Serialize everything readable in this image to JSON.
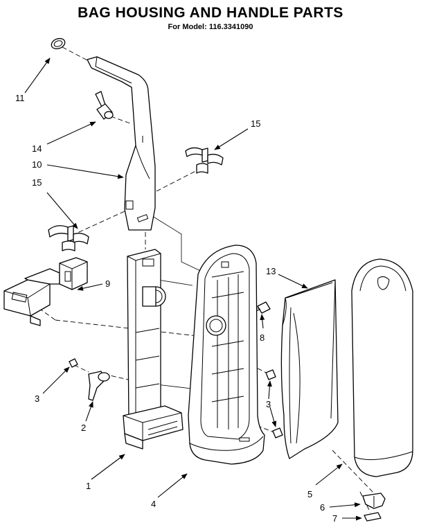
{
  "title": "BAG HOUSING AND HANDLE PARTS",
  "subtitle": "For Model: 116.3341090",
  "callouts": {
    "c1": "1",
    "c2": "2",
    "c3a": "3",
    "c3b": "3",
    "c4": "4",
    "c5": "5",
    "c6": "6",
    "c7": "7",
    "c8": "8",
    "c9": "9",
    "c10": "10",
    "c11": "11",
    "c13": "13",
    "c14": "14",
    "c15a": "15",
    "c15b": "15"
  }
}
